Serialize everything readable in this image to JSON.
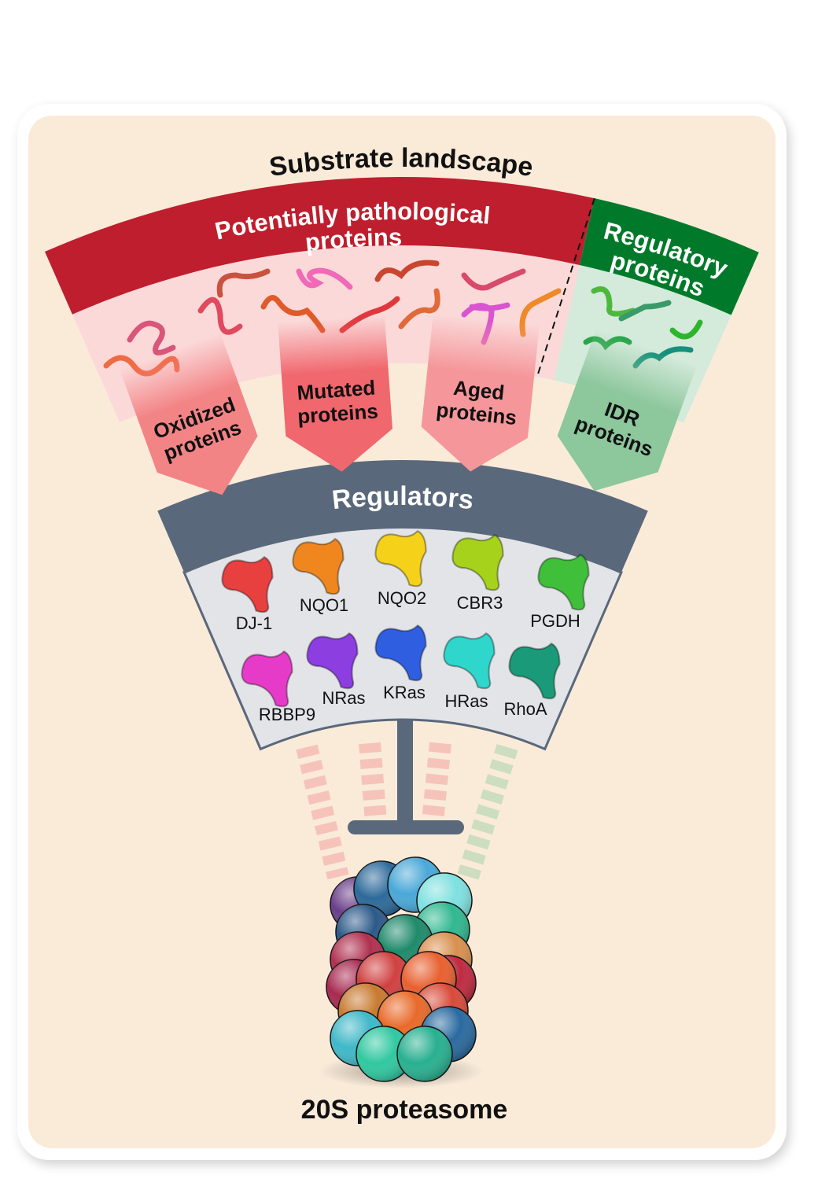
{
  "title": "Substrate landscape",
  "pathological": {
    "line1": "Potentially pathological",
    "line2": "proteins",
    "color": "#be1e2d",
    "bg": "#fbd9d9"
  },
  "regulatory": {
    "line1": "Regulatory",
    "line2": "proteins",
    "color": "#007a2a",
    "bg": "#d4eadb"
  },
  "arrows": [
    {
      "line1": "Oxidized",
      "line2": "proteins",
      "color": "#f38486"
    },
    {
      "line1": "Mutated",
      "line2": "proteins",
      "color": "#f0676d"
    },
    {
      "line1": "Aged",
      "line2": "proteins",
      "color": "#f5979a"
    },
    {
      "line1": "IDR",
      "line2": "proteins",
      "color": "#8dc79c"
    }
  ],
  "regulators": {
    "title": "Regulators",
    "band_color": "#5a687b",
    "bg": "#e2e4e8",
    "proteins": [
      {
        "name": "DJ-1",
        "color": "#e8403f"
      },
      {
        "name": "NQO1",
        "color": "#f0871e"
      },
      {
        "name": "NQO2",
        "color": "#f5d11a"
      },
      {
        "name": "CBR3",
        "color": "#a6d21c"
      },
      {
        "name": "PGDH",
        "color": "#3fbf3a"
      },
      {
        "name": "RBBP9",
        "color": "#e63bc8"
      },
      {
        "name": "NRas",
        "color": "#8c3ee0"
      },
      {
        "name": "KRas",
        "color": "#2f5fe0"
      },
      {
        "name": "HRas",
        "color": "#2fd6cc"
      },
      {
        "name": "RhoA",
        "color": "#1a9a78"
      }
    ]
  },
  "proteasome_label": "20S proteasome"
}
